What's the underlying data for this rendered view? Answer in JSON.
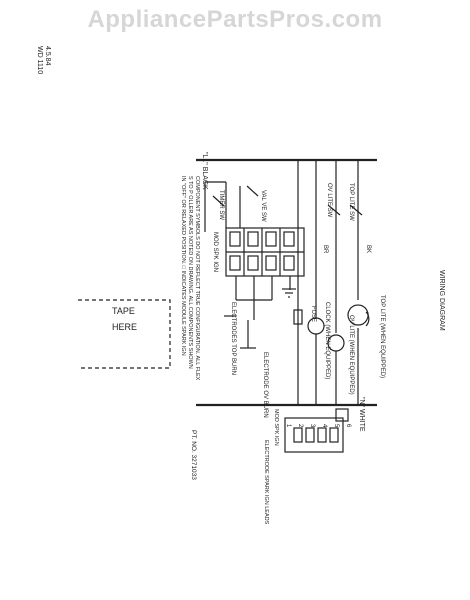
{
  "watermark": "AppliancePartsPros.com",
  "doc_code": [
    "4.5.84",
    "WD 1110"
  ],
  "title": "WIRING DIAGRAM",
  "line_labels": {
    "l1": "\"L1\" BLACK",
    "n": "\"N\" WHITE"
  },
  "switches": {
    "top_lite_sw": "TOP LITE SW",
    "ov_lite_sw": "OV LITE SW",
    "timer_sw": "TIMER SW",
    "val_ve_sw": "VAL VE SW"
  },
  "wire_colors": {
    "bk": "BK",
    "br": "BR"
  },
  "components": {
    "top_lite": "TOP LITE (WHEN EQUIPPED)",
    "ov_lite": "OV LITE (WHEN EQUIPPED)",
    "clock": "CLOCK (WHEN EQUIPPED)",
    "fuse": "FUSE",
    "mod_spk": "MOD SPK IGN",
    "electrodes_top": "ELECTRODES TOP BURN",
    "electrode_ov": "ELECTRODE OV BURN"
  },
  "notes": [
    "COMPONENT SYMBOLS DO NOT REFLECT TRUE CONFIGURATION. ALL FLEX",
    "S TO P OLLER ARE AS NOTED ON DRAWING. ALL COMPONENTS SHOWN",
    "IN \"OFF\" OR RELAXED POSITION. □ INDICATES MODULE SPARK IGN"
  ],
  "tape_box": [
    "TAPE",
    "HERE"
  ],
  "connector": {
    "pins": [
      "1",
      "2",
      "3",
      "4",
      "5",
      "6"
    ],
    "labels": [
      "MOD SPK IGN",
      "ELECTRODE SPARK IGN LEADS"
    ]
  },
  "part_no": "PT. NO. 3271033"
}
